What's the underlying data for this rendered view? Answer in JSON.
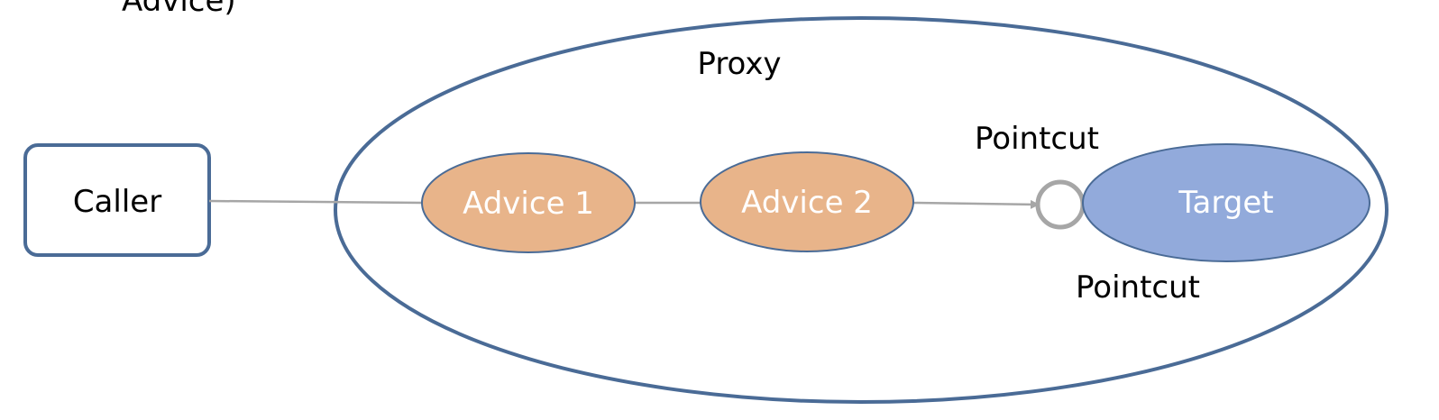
{
  "diagram": {
    "top_cut_text": "Advice)",
    "proxy_label": "Proxy",
    "caller_label": "Caller",
    "advice1_label": "Advice 1",
    "advice2_label": "Advice 2",
    "target_label": "Target",
    "pointcut_top_label": "Pointcut",
    "pointcut_bottom_label": "Pointcut"
  },
  "colors": {
    "proxy_stroke": "#4a6b96",
    "caller_stroke": "#4a6b96",
    "advice_fill": "#e8b48a",
    "advice_stroke": "#4a6b96",
    "target_fill": "#92aadb",
    "target_stroke": "#4a6b96",
    "connector": "#a6a6a6",
    "pointcut_circle": "#a6a6a6"
  }
}
